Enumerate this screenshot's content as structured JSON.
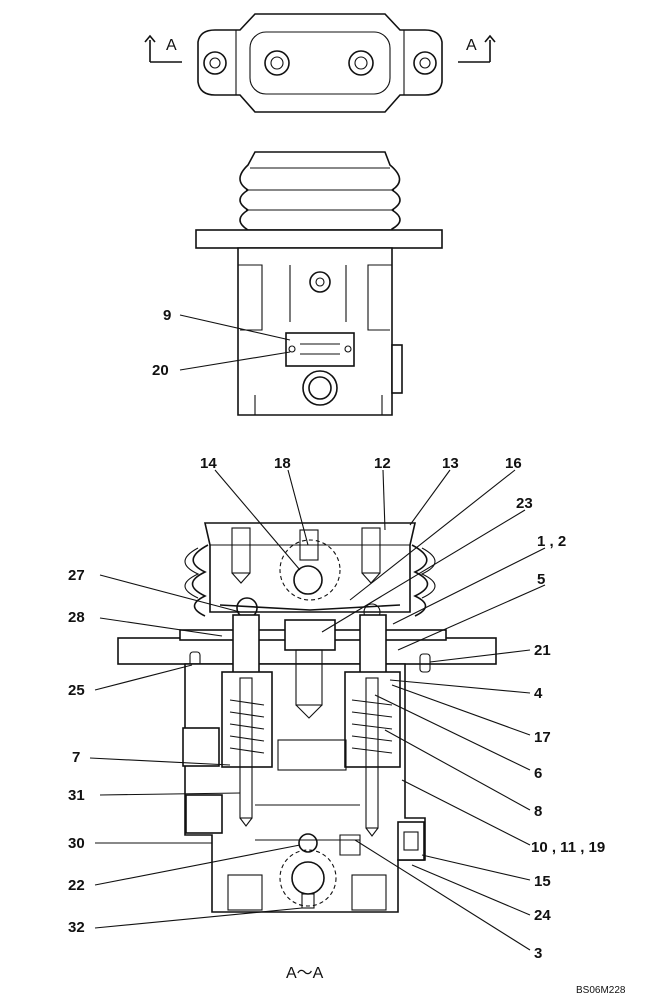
{
  "section_marks": {
    "left": "A",
    "right": "A",
    "view_label": "A～A"
  },
  "callouts": [
    {
      "id": "c9",
      "text": "9"
    },
    {
      "id": "c20a",
      "text": "20"
    },
    {
      "id": "c14",
      "text": "14"
    },
    {
      "id": "c18",
      "text": "18"
    },
    {
      "id": "c12",
      "text": "12"
    },
    {
      "id": "c13",
      "text": "13"
    },
    {
      "id": "c16",
      "text": "16"
    },
    {
      "id": "c23",
      "text": "23"
    },
    {
      "id": "c1_2",
      "text": "1 , 2"
    },
    {
      "id": "c5",
      "text": "5"
    },
    {
      "id": "c27",
      "text": "27"
    },
    {
      "id": "c28",
      "text": "28"
    },
    {
      "id": "c21",
      "text": "21"
    },
    {
      "id": "c25",
      "text": "25"
    },
    {
      "id": "c4",
      "text": "4"
    },
    {
      "id": "c17",
      "text": "17"
    },
    {
      "id": "c6",
      "text": "6"
    },
    {
      "id": "c7",
      "text": "7"
    },
    {
      "id": "c8",
      "text": "8"
    },
    {
      "id": "c31",
      "text": "31"
    },
    {
      "id": "c10_11_19",
      "text": "10 , 11 , 19"
    },
    {
      "id": "c30",
      "text": "30"
    },
    {
      "id": "c15",
      "text": "15"
    },
    {
      "id": "c22",
      "text": "22"
    },
    {
      "id": "c24",
      "text": "24"
    },
    {
      "id": "c32",
      "text": "32"
    },
    {
      "id": "c3",
      "text": "3"
    }
  ],
  "drawing_code": "BS06M228"
}
